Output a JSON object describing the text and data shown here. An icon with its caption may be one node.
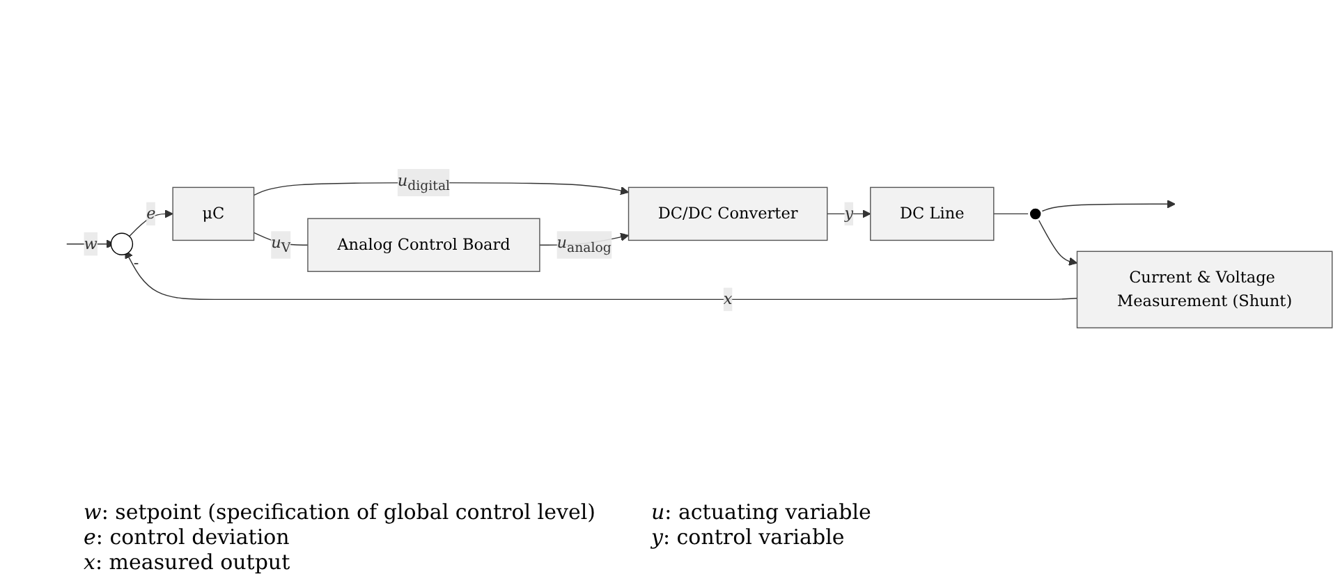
{
  "diagram": {
    "nodes": [
      {
        "text": [],
        "shape": "circle"
      },
      {
        "text": [
          "μC"
        ]
      },
      {
        "text": [
          "Analog Control Board"
        ]
      },
      {
        "text": [
          "DC/DC Converter"
        ]
      },
      {
        "text": [
          "DC Line"
        ]
      },
      {
        "text": [
          "Current & Voltage Measurement (Shunt)"
        ]
      },
      {
        "text": [],
        "shape": "dot"
      }
    ],
    "edges": [
      {
        "from": null,
        "to": 0,
        "arrow": "to",
        "label": "*w*"
      },
      {
        "from": 0,
        "to": 1,
        "arrow": "to",
        "label": "*e*"
      },
      {
        "from": 1,
        "to": 3,
        "arrow": "to",
        "label": "*u*$_{digital}$"
      },
      {
        "from": 1,
        "to": 2,
        "arrow": "none",
        "label": "*u*$_{V}$"
      },
      {
        "from": 2,
        "to": 3,
        "arrow": "to",
        "label": "*u*$_{analog}$"
      },
      {
        "from": 3,
        "to": 4,
        "arrow": "to",
        "label": "*y*"
      },
      {
        "from": 4,
        "to": 6,
        "arrow": "none"
      },
      {
        "from": 6,
        "to": null,
        "arrow": "to"
      },
      {
        "from": 6,
        "to": 5,
        "arrow": "to"
      },
      {
        "from": 5,
        "to": 0,
        "arrow": "to",
        "label": "*x*"
      }
    ],
    "labels": [
      "-",
      "*w*: setpoint (specification of global control level)",
      "*u*: actuating variable",
      "*e*: control deviation",
      "*y*: control variable",
      "*x*: measured output"
    ]
  }
}
